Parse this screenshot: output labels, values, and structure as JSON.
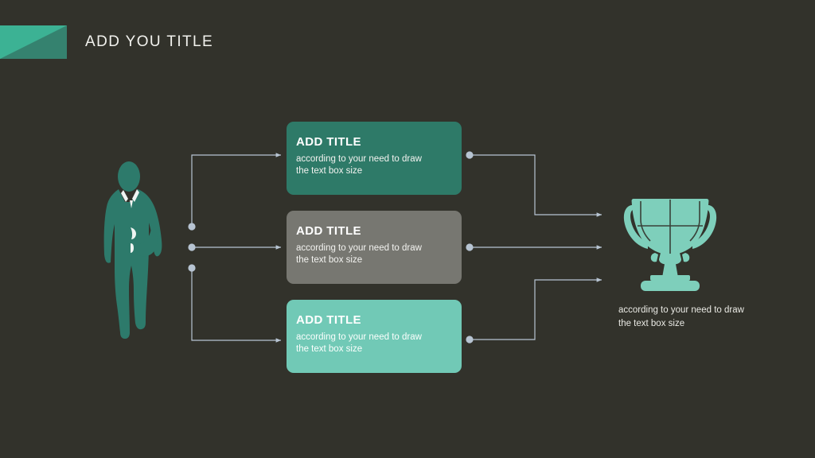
{
  "slide": {
    "background_color": "#32322b",
    "title": "ADD YOU TITLE",
    "logo_name": "diagonal-teal-logo",
    "logo_color_light": "#3cb294",
    "logo_color_dark": "#35826f"
  },
  "person": {
    "name": "businessman-silhouette",
    "color": "#2d7a6b"
  },
  "cards": [
    {
      "title": "ADD TITLE",
      "body": "according to your need to draw\nthe text box size",
      "color": "#2e7a68"
    },
    {
      "title": "ADD TITLE",
      "body": "according to your need to draw\nthe text box size",
      "color": "#777771"
    },
    {
      "title": "ADD TITLE",
      "body": "according to your need to draw\nthe text box size",
      "color": "#71c9b6"
    }
  ],
  "trophy": {
    "name": "trophy-cup",
    "color": "#7ecfbb",
    "caption": "according to your need to draw\nthe text box size"
  },
  "connectors": {
    "line_color": "#b7c4d2",
    "node_color": "#b7c4d2"
  }
}
